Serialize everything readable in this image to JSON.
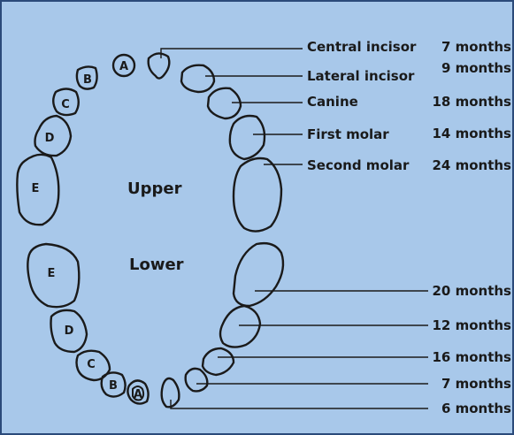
{
  "arches": {
    "upper": "Upper",
    "lower": "Lower"
  },
  "upper_teeth": [
    {
      "letter": "A",
      "name": "Central incisor",
      "age": "7 months"
    },
    {
      "letter": "B",
      "name": "Lateral incisor",
      "age": "9 months"
    },
    {
      "letter": "C",
      "name": "Canine",
      "age": "18 months"
    },
    {
      "letter": "D",
      "name": "First molar",
      "age": "14 months"
    },
    {
      "letter": "E",
      "name": "Second molar",
      "age": "24 months"
    }
  ],
  "lower_teeth": [
    {
      "letter": "E",
      "age": "20 months"
    },
    {
      "letter": "D",
      "age": "12 months"
    },
    {
      "letter": "C",
      "age": "16 months"
    },
    {
      "letter": "B",
      "age": "7 months"
    },
    {
      "letter": "A",
      "age": "6 months"
    }
  ],
  "colors": {
    "background": "#a8c8ea",
    "ink": "#1a1a1a"
  }
}
